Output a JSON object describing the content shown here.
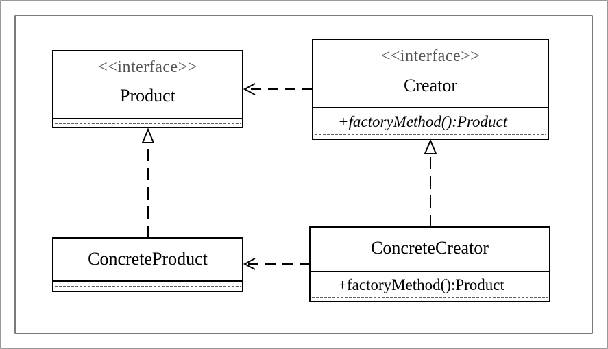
{
  "diagram": {
    "classes": [
      {
        "id": "product",
        "stereotype": "<<interface>>",
        "name": "Product",
        "methods": []
      },
      {
        "id": "creator",
        "stereotype": "<<interface>>",
        "name": "Creator",
        "methods": [
          "+factoryMethod():Product"
        ]
      },
      {
        "id": "concrete_product",
        "stereotype": "",
        "name": "ConcreteProduct",
        "methods": []
      },
      {
        "id": "concrete_creator",
        "stereotype": "",
        "name": "ConcreteCreator",
        "methods": [
          "+factoryMethod():Product"
        ]
      }
    ],
    "relations": [
      {
        "from": "creator",
        "to": "product",
        "type": "dependency"
      },
      {
        "from": "concrete_creator",
        "to": "concrete_product",
        "type": "dependency"
      },
      {
        "from": "concrete_product",
        "to": "product",
        "type": "realization"
      },
      {
        "from": "concrete_creator",
        "to": "creator",
        "type": "realization"
      }
    ]
  }
}
